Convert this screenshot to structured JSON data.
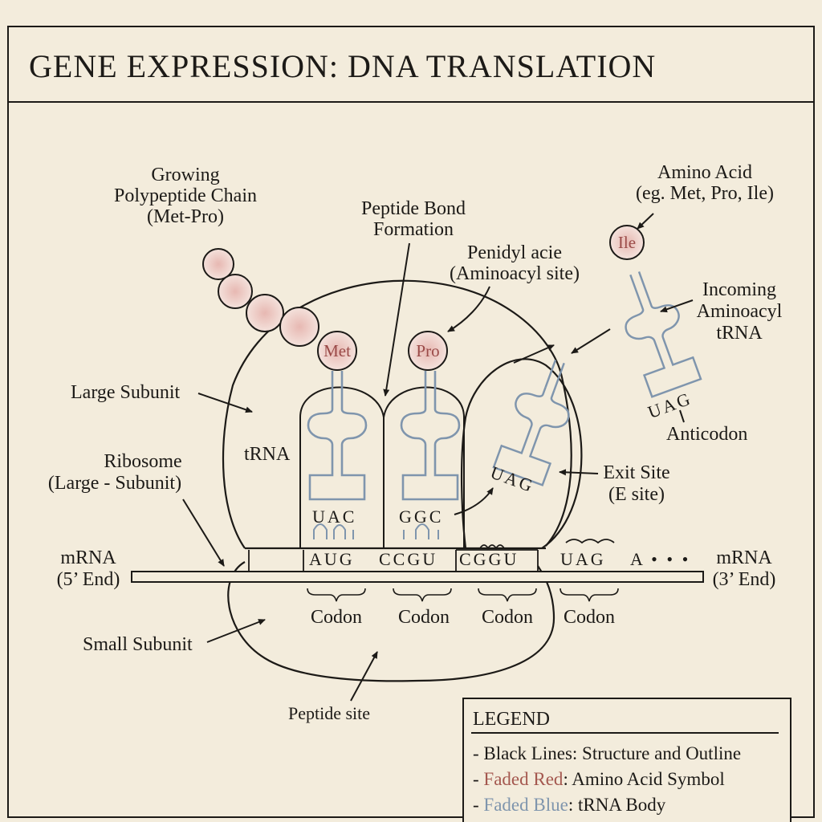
{
  "title": "GENE EXPRESSION:  DNA TRANSLATION",
  "labels": {
    "growing_chain": [
      "Growing",
      "Polypeptide Chain",
      "(Met-Pro)"
    ],
    "peptide_bond": [
      "Peptide Bond",
      "Formation"
    ],
    "aminoacyl_site": [
      "Penidyl acie",
      "(Aminoacyl site)"
    ],
    "amino_acid": [
      "Amino Acid",
      "(eg. Met, Pro, Ile)"
    ],
    "incoming_trna": [
      "Incoming",
      "Aminoacyl",
      "tRNA"
    ],
    "large_subunit": "Large Subunit",
    "trna": "tRNA",
    "ribosome": [
      "Ribosome",
      "(Large - Subunit)"
    ],
    "anticodon": "Anticodon",
    "exit_site": [
      "Exit Site",
      "(E site)"
    ],
    "mrna_5": [
      "mRNA",
      "(5’ End)"
    ],
    "mrna_3": [
      "mRNA",
      "(3’ End)"
    ],
    "small_subunit": "Small Subunit",
    "peptide_site": "Peptide site",
    "codon": "Codon"
  },
  "amino_acids": {
    "met": "Met",
    "pro": "Pro",
    "ile": "Ile"
  },
  "sequences": {
    "anticodon_1": "UAC",
    "anticodon_2": "GGC",
    "exit_trna": "UAG",
    "incoming_trna": "UAG",
    "mrna_1": "AUG",
    "mrna_2": "CCGU",
    "mrna_3": "CGGU",
    "mrna_4": "UAG",
    "mrna_5": "A • • •"
  },
  "legend": {
    "heading": "LEGEND",
    "items": [
      {
        "key": "- Black Lines:",
        "desc": " Structure and Outline"
      },
      {
        "key": "- ",
        "color_word": "Faded Red",
        "desc": ": Amino Acid Symbol"
      },
      {
        "key": "- ",
        "color_word": "Faded Blue",
        "desc": ": tRNA Body"
      }
    ]
  },
  "colors": {
    "background": "#f3ecdc",
    "ink": "#1c1a17",
    "faded_red": "#a4584f",
    "faded_blue": "#7f95ad"
  }
}
